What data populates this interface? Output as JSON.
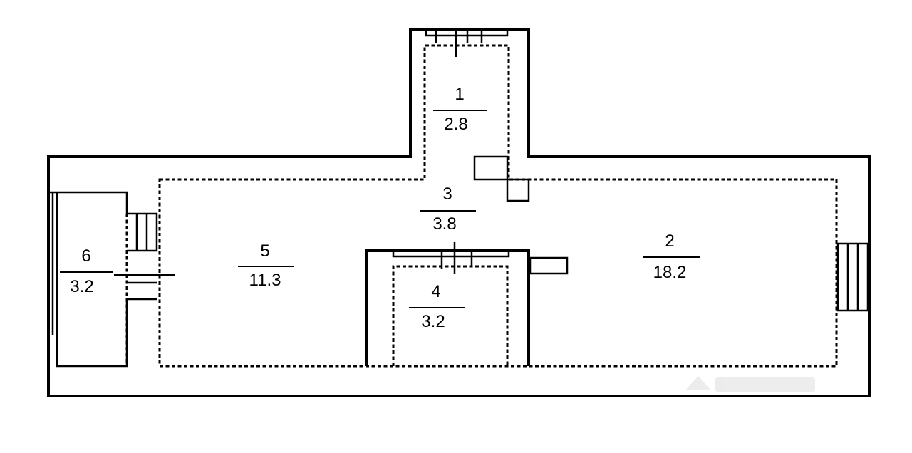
{
  "plan": {
    "rooms": [
      {
        "id": "room-1",
        "number": "1",
        "area": "2.8"
      },
      {
        "id": "room-2",
        "number": "2",
        "area": "18.2"
      },
      {
        "id": "room-3",
        "number": "3",
        "area": "3.8"
      },
      {
        "id": "room-4",
        "number": "4",
        "area": "3.2"
      },
      {
        "id": "room-5",
        "number": "5",
        "area": "11.3"
      },
      {
        "id": "room-6",
        "number": "6",
        "area": "3.2"
      }
    ]
  }
}
